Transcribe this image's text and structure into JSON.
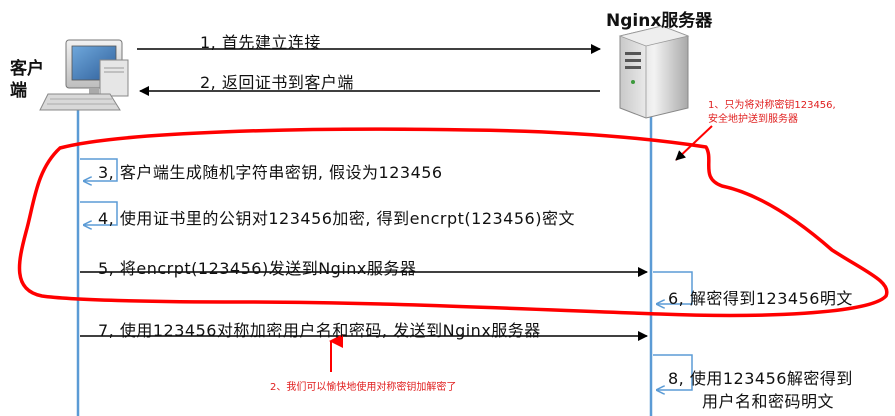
{
  "actors": {
    "client": {
      "label": "客户端",
      "icon": "desktop-computer-icon"
    },
    "server": {
      "label": "Nginx服务器",
      "icon": "server-tower-icon"
    }
  },
  "steps": [
    {
      "id": 1,
      "text": "1, 首先建立连接",
      "direction": "client-to-server"
    },
    {
      "id": 2,
      "text": "2, 返回证书到客户端",
      "direction": "server-to-client"
    },
    {
      "id": 3,
      "text": "3, 客户端生成随机字符串密钥, 假设为123456",
      "direction": "self-client"
    },
    {
      "id": 4,
      "text": "4, 使用证书里的公钥对123456加密, 得到encrpt(123456)密文",
      "direction": "self-client"
    },
    {
      "id": 5,
      "text": "5, 将encrpt(123456)发送到Nginx服务器",
      "direction": "client-to-server"
    },
    {
      "id": 6,
      "text": "6, 解密得到123456明文",
      "direction": "self-server"
    },
    {
      "id": 7,
      "text": "7, 使用123456对称加密用户名和密码, 发送到Nginx服务器",
      "direction": "client-to-server"
    },
    {
      "id": 8,
      "text_line1": "8, 使用123456解密得到",
      "text_line2": "用户名和密码明文",
      "direction": "self-server"
    }
  ],
  "annotations": {
    "note1_line1": "1、只为将对称密钥123456,",
    "note1_line2": "安全地护送到服务器",
    "note2": "2、我们可以愉快地使用对称密钥加解密了"
  },
  "colors": {
    "lifeline": "#5b9bd5",
    "arrow": "#000000",
    "highlight": "#ff0000"
  }
}
